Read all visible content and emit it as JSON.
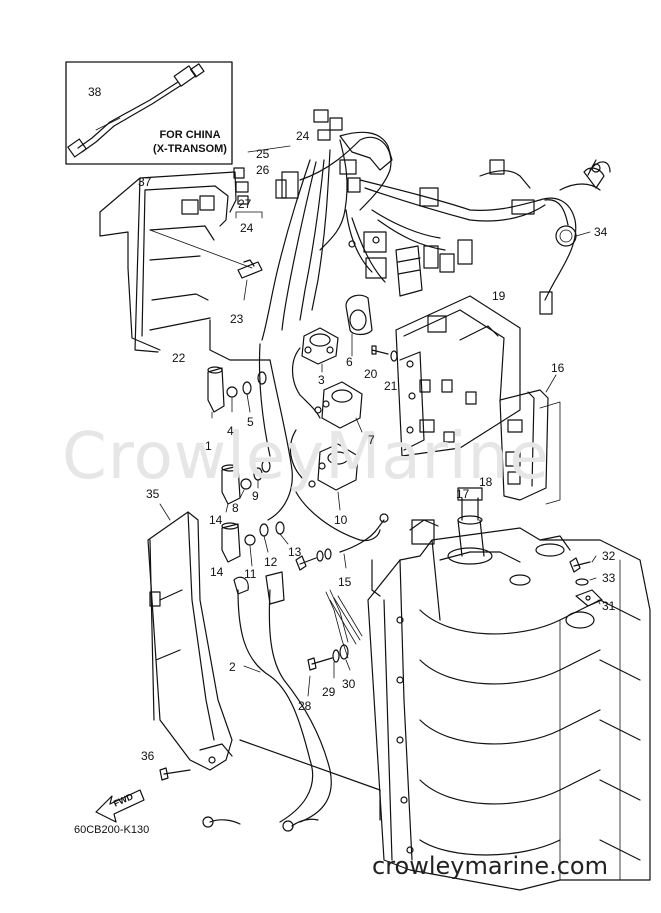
{
  "inset": {
    "line1": "FOR CHINA",
    "line2": "(X-TRANSOM)"
  },
  "watermark": "CrowleyMarine",
  "fwd_label": "FWD",
  "diagram_code": "60CB200-K130",
  "site_url": "crowleymarine.com",
  "callouts": {
    "n1": "1",
    "n2": "2",
    "n3": "3",
    "n4": "4",
    "n5": "5",
    "n6": "6",
    "n7": "7",
    "n8": "8",
    "n9": "9",
    "n10": "10",
    "n11": "11",
    "n12": "12",
    "n13": "13",
    "n14a": "14",
    "n14b": "14",
    "n15": "15",
    "n16": "16",
    "n17": "17",
    "n18": "18",
    "n19": "19",
    "n20": "20",
    "n21": "21",
    "n22": "22",
    "n23": "23",
    "n24a": "24",
    "n24b": "24",
    "n25": "25",
    "n26": "26",
    "n27": "27",
    "n28": "28",
    "n29": "29",
    "n30": "30",
    "n31": "31",
    "n32": "32",
    "n33": "33",
    "n34": "34",
    "n35": "35",
    "n36": "36",
    "n37": "37",
    "n38": "38"
  }
}
